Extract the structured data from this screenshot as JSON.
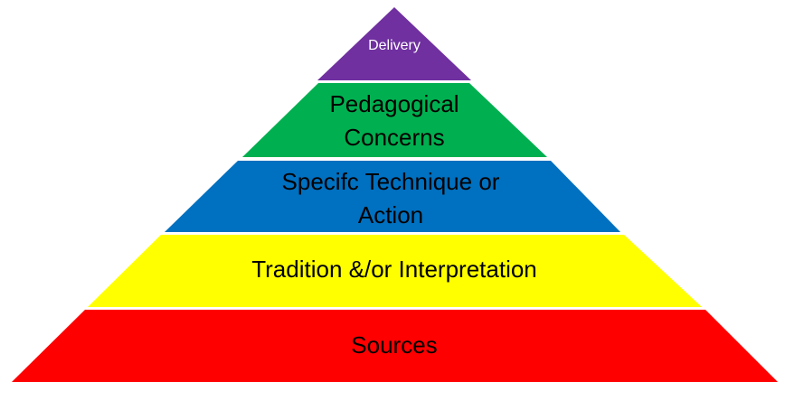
{
  "pyramid": {
    "levels": [
      {
        "id": "delivery",
        "lines": [
          "Delivery"
        ],
        "color": "#7030a0",
        "text_color": "#ffffff"
      },
      {
        "id": "pedagogical",
        "lines": [
          "Pedagogical",
          "Concerns"
        ],
        "color": "#00b050",
        "text_color": "#000000"
      },
      {
        "id": "technique",
        "lines": [
          "Specifc Technique or",
          "Action"
        ],
        "color": "#0070c0",
        "text_color": "#000000"
      },
      {
        "id": "tradition",
        "lines": [
          "Tradition &/or Interpretation"
        ],
        "color": "#ffff00",
        "text_color": "#000000"
      },
      {
        "id": "sources",
        "lines": [
          "Sources"
        ],
        "color": "#ff0000",
        "text_color": "#000000"
      }
    ]
  }
}
